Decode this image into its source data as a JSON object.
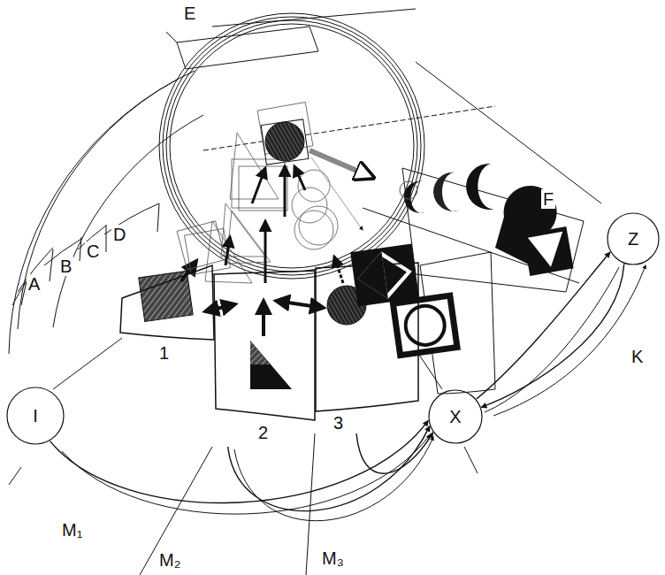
{
  "diagram": {
    "nodes": [
      {
        "text": [
          "I"
        ]
      },
      {
        "text": [
          "1"
        ]
      },
      {
        "text": [
          "2"
        ]
      },
      {
        "text": [
          "3"
        ]
      },
      {
        "text": [
          "X"
        ]
      },
      {
        "text": [
          "Z"
        ]
      }
    ],
    "edges": [
      {
        "from": 0,
        "to": 4,
        "arrow": "to",
        "label": "M₁"
      },
      {
        "from": 2,
        "to": 4,
        "arrow": "to",
        "label": "M₂"
      },
      {
        "from": 3,
        "to": 4,
        "arrow": "to",
        "label": "M₃"
      },
      {
        "from": 4,
        "to": 5,
        "arrow": "to",
        "label": "K"
      },
      {
        "from": 5,
        "to": 4,
        "arrow": "to"
      }
    ],
    "labels": [
      "A",
      "B",
      "C",
      "D",
      "E",
      "F"
    ]
  }
}
